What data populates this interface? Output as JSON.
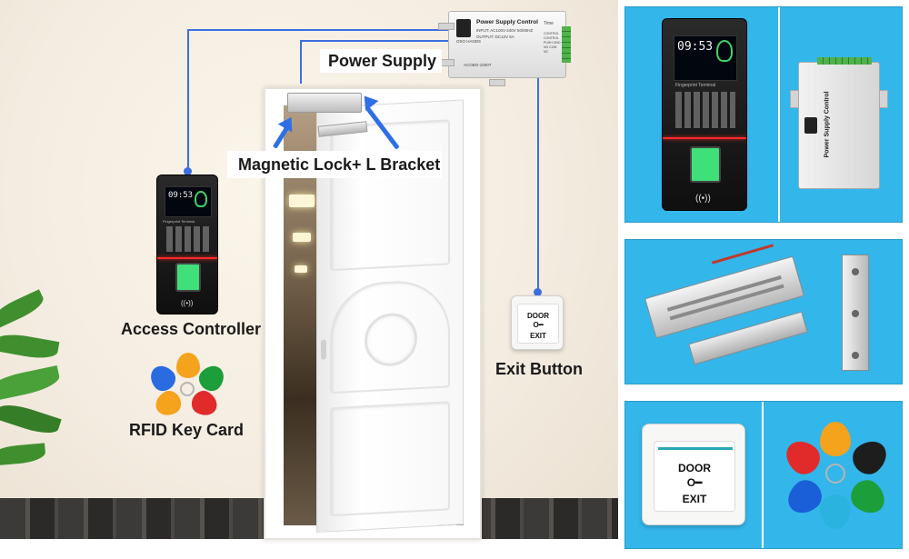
{
  "labels": {
    "power_supply": "Power Supply",
    "mag_lock": "Magnetic Lock+ L Bracket",
    "access_controller": "Access Controller",
    "rfid_card": "RFID Key Card",
    "exit_button": "Exit Button"
  },
  "psu": {
    "title": "Power Supply Control",
    "brand": "OSO HANDS",
    "input": "INPUT: AC100V-240V 50/60HZ",
    "output": "OUTPUT: DC12V 5A",
    "time": "Time",
    "model": "ACOBO-1000T",
    "terminal_labels": "CONTROL CONTROL PUSH GND NO COM NC"
  },
  "device": {
    "time": "09:53",
    "caption": "Fingerprint Terminal"
  },
  "exit_btn": {
    "door": "DOOR",
    "key": "O━",
    "exit": "EXIT"
  },
  "colors": {
    "wire": "#3c6ee0",
    "panel_bg": "#33b6ea",
    "fob_colors": [
      "#f5a21c",
      "#1d1d1d",
      "#1c9e3b",
      "#1a5fd8",
      "#e12b2b",
      "#2b6be0"
    ]
  }
}
